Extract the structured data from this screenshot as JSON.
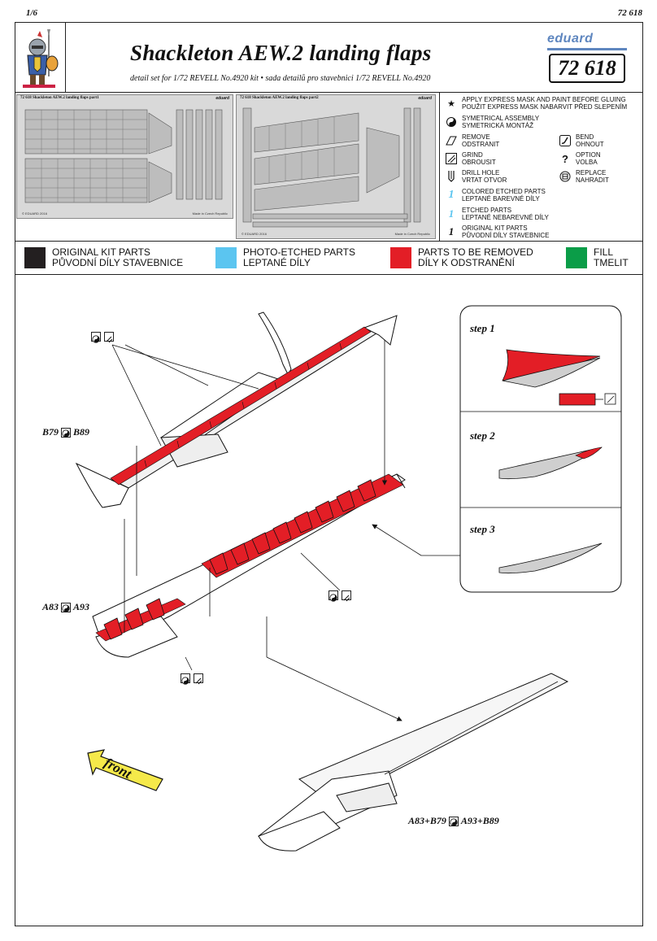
{
  "header": {
    "page_number": "1/6",
    "catalog_top": "72 618",
    "title": "Shackleton AEW.2 landing flaps",
    "subtitle": "detail set for 1/72  REVELL  No.4920 kit • sada detailů pro stavebnici 1/72  REVELL  No.4920",
    "brand": "eduard",
    "catalog_number": "72 618"
  },
  "frets": {
    "fret1": {
      "title": "72 618  Shackleton AEW.2 landing flaps  part1",
      "brand": "eduard",
      "copyright": "© EDUARD 2016",
      "made": "Made in Czech Republic"
    },
    "fret2": {
      "title": "72 618  Shackleton AEW.2 landing flaps  part2",
      "brand": "eduard",
      "copyright": "© EDUARD 2016",
      "made": "Made in Czech Republic"
    }
  },
  "legend": {
    "mask": {
      "icon": "star-icon",
      "line1": "APPLY EXPRESS MASK AND PAINT BEFORE GLUING",
      "line2": "POUŽIT EXPRESS MASK NABARVIT PŘED SLEPENÍM"
    },
    "symmetrical": {
      "icon": "yin-yang-icon",
      "line1": "SYMETRICAL ASSEMBLY",
      "line2": "SYMETRICKÁ MONTÁŽ"
    },
    "remove": {
      "icon": "remove-icon",
      "line1": "REMOVE",
      "line2": "ODSTRANIT"
    },
    "bend": {
      "icon": "bend-icon",
      "line1": "BEND",
      "line2": "OHNOUT"
    },
    "grind": {
      "icon": "grind-icon",
      "line1": "GRIND",
      "line2": "OBROUSIT"
    },
    "option": {
      "icon": "question-icon",
      "symbol": "?",
      "line1": "OPTION",
      "line2": "VOLBA"
    },
    "drill": {
      "icon": "drill-icon",
      "line1": "DRILL HOLE",
      "line2": "VRTAT OTVOR"
    },
    "replace": {
      "icon": "replace-icon",
      "line1": "REPLACE",
      "line2": "NAHRADIT"
    },
    "colored_etched": {
      "icon": "colored-number-icon",
      "number": "1",
      "line1": "COLORED ETCHED PARTS",
      "line2": "LEPTANÉ BAREVNÉ DÍLY"
    },
    "etched": {
      "icon": "etched-number-icon",
      "number": "1",
      "line1": "ETCHED PARTS",
      "line2": "LEPTANÉ NEBAREVNÉ DÍLY"
    },
    "original": {
      "icon": "original-number-icon",
      "number": "1",
      "line1": "ORIGINAL KIT PARTS",
      "line2": "PŮVODNÍ DÍLY STAVEBNICE"
    }
  },
  "color_key": [
    {
      "color": "#231f20",
      "line1": "ORIGINAL KIT PARTS",
      "line2": "PŮVODNÍ DÍLY STAVEBNICE"
    },
    {
      "color": "#5bc5f0",
      "line1": "PHOTO-ETCHED PARTS",
      "line2": "LEPTANÉ DÍLY"
    },
    {
      "color": "#e31e26",
      "line1": "PARTS TO BE REMOVED",
      "line2": "DÍLY K ODSTRANĚNÍ"
    },
    {
      "color": "#0b9d48",
      "line1": "FILL",
      "line2": "TMELIT"
    }
  ],
  "diagram": {
    "label_b": {
      "left": "B79",
      "right": "B89"
    },
    "label_a": {
      "left": "A83",
      "right": "A93"
    },
    "label_final": {
      "left": "A83+B79",
      "right": "A93+B89"
    },
    "steps": [
      "step 1",
      "step 2",
      "step 3"
    ],
    "front_label": "front"
  }
}
